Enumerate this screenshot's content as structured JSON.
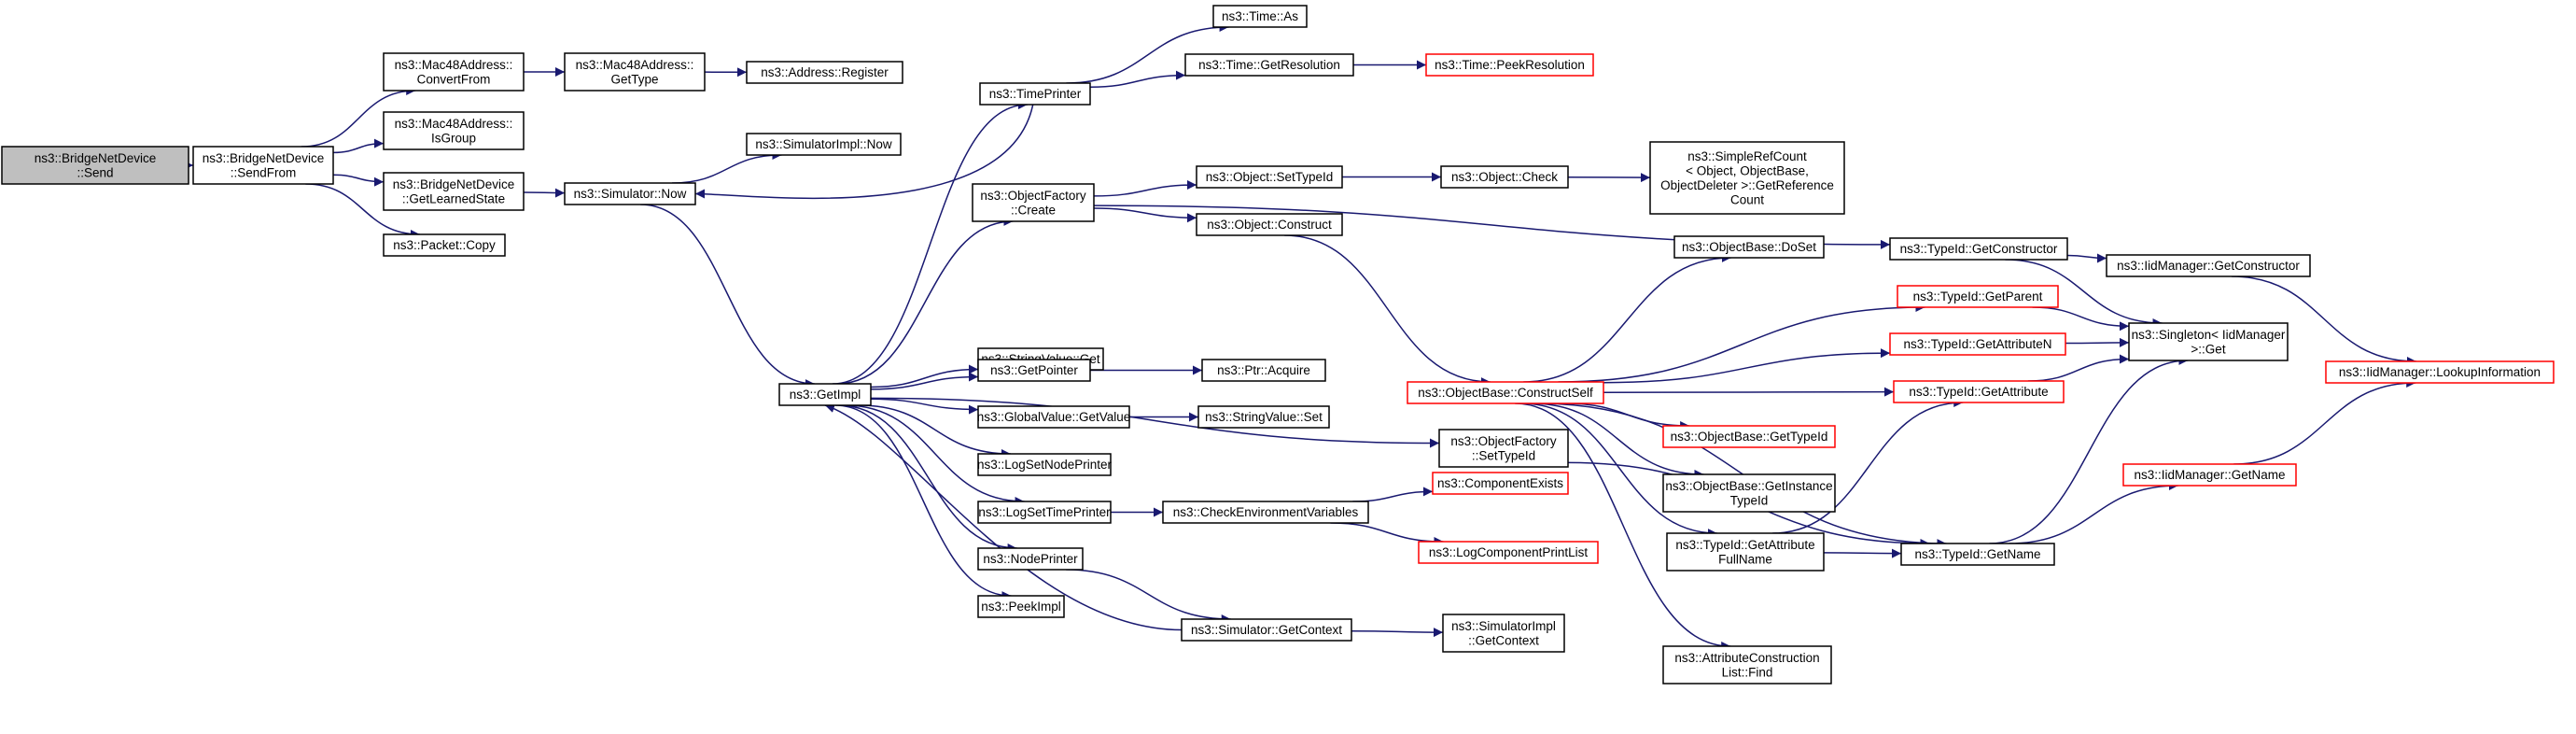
{
  "colors": {
    "edge": "#191970",
    "normal_border": "#000000",
    "truncated_border": "#ff0000",
    "root_fill": "#bfbfbf",
    "fill": "#ffffff"
  },
  "nodes": [
    {
      "id": "send",
      "lines": [
        "ns3::BridgeNetDevice",
        "::Send"
      ],
      "style": "root"
    },
    {
      "id": "sendfrom",
      "lines": [
        "ns3::BridgeNetDevice",
        "::SendFrom"
      ],
      "style": "normal"
    },
    {
      "id": "convertfrom",
      "lines": [
        "ns3::Mac48Address::",
        "ConvertFrom"
      ],
      "style": "normal"
    },
    {
      "id": "isgroup",
      "lines": [
        "ns3::Mac48Address::",
        "IsGroup"
      ],
      "style": "normal"
    },
    {
      "id": "getlearnedstate",
      "lines": [
        "ns3::BridgeNetDevice",
        "::GetLearnedState"
      ],
      "style": "normal"
    },
    {
      "id": "packetcopy",
      "lines": [
        "ns3::Packet::Copy"
      ],
      "style": "normal"
    },
    {
      "id": "mac48gettype",
      "lines": [
        "ns3::Mac48Address::",
        "GetType"
      ],
      "style": "normal"
    },
    {
      "id": "addrregister",
      "lines": [
        "ns3::Address::Register"
      ],
      "style": "normal"
    },
    {
      "id": "simnow",
      "lines": [
        "ns3::Simulator::Now"
      ],
      "style": "normal"
    },
    {
      "id": "simimplnow",
      "lines": [
        "ns3::SimulatorImpl::Now"
      ],
      "style": "normal"
    },
    {
      "id": "timeprinter",
      "lines": [
        "ns3::TimePrinter"
      ],
      "style": "normal"
    },
    {
      "id": "timeas",
      "lines": [
        "ns3::Time::As"
      ],
      "style": "normal"
    },
    {
      "id": "getresolution",
      "lines": [
        "ns3::Time::GetResolution"
      ],
      "style": "normal"
    },
    {
      "id": "peekresolution",
      "lines": [
        "ns3::Time::PeekResolution"
      ],
      "style": "truncated"
    },
    {
      "id": "objfactorycreate",
      "lines": [
        "ns3::ObjectFactory",
        "::Create"
      ],
      "style": "normal"
    },
    {
      "id": "objsettypeid",
      "lines": [
        "ns3::Object::SetTypeId"
      ],
      "style": "normal"
    },
    {
      "id": "objcheck",
      "lines": [
        "ns3::Object::Check"
      ],
      "style": "normal"
    },
    {
      "id": "simplerefcount",
      "lines": [
        "ns3::SimpleRefCount",
        "< Object, ObjectBase,",
        "ObjectDeleter >::GetReference",
        "Count"
      ],
      "style": "normal"
    },
    {
      "id": "objconstruct",
      "lines": [
        "ns3::Object::Construct"
      ],
      "style": "normal"
    },
    {
      "id": "getimpl",
      "lines": [
        "ns3::GetImpl"
      ],
      "style": "normal"
    },
    {
      "id": "stringvalueget",
      "lines": [
        "ns3::StringValue::Get"
      ],
      "style": "normal"
    },
    {
      "id": "getpointer",
      "lines": [
        "ns3::GetPointer"
      ],
      "style": "normal"
    },
    {
      "id": "ptracquire",
      "lines": [
        "ns3::Ptr::Acquire"
      ],
      "style": "normal"
    },
    {
      "id": "globalvaluegetvalue",
      "lines": [
        "ns3::GlobalValue::GetValue"
      ],
      "style": "normal"
    },
    {
      "id": "stringvalueset",
      "lines": [
        "ns3::StringValue::Set"
      ],
      "style": "normal"
    },
    {
      "id": "logsetnodeprinter",
      "lines": [
        "ns3::LogSetNodePrinter"
      ],
      "style": "normal"
    },
    {
      "id": "logsettimeprinter",
      "lines": [
        "ns3::LogSetTimePrinter"
      ],
      "style": "normal"
    },
    {
      "id": "checkenv",
      "lines": [
        "ns3::CheckEnvironmentVariables"
      ],
      "style": "normal"
    },
    {
      "id": "componentexists",
      "lines": [
        "ns3::ComponentExists"
      ],
      "style": "truncated"
    },
    {
      "id": "logcomponentprintlist",
      "lines": [
        "ns3::LogComponentPrintList"
      ],
      "style": "truncated"
    },
    {
      "id": "nodeprinter",
      "lines": [
        "ns3::NodePrinter"
      ],
      "style": "normal"
    },
    {
      "id": "peekimpl",
      "lines": [
        "ns3::PeekImpl"
      ],
      "style": "normal"
    },
    {
      "id": "simgetcontext",
      "lines": [
        "ns3::Simulator::GetContext"
      ],
      "style": "normal"
    },
    {
      "id": "simimplgetcontext",
      "lines": [
        "ns3::SimulatorImpl",
        "::GetContext"
      ],
      "style": "normal"
    },
    {
      "id": "objbasedoset",
      "lines": [
        "ns3::ObjectBase::DoSet"
      ],
      "style": "normal"
    },
    {
      "id": "constructself",
      "lines": [
        "ns3::ObjectBase::ConstructSelf"
      ],
      "style": "truncated"
    },
    {
      "id": "objfactorysettypeid",
      "lines": [
        "ns3::ObjectFactory",
        "::SetTypeId"
      ],
      "style": "normal"
    },
    {
      "id": "objbasegettypeid",
      "lines": [
        "ns3::ObjectBase::GetTypeId"
      ],
      "style": "truncated"
    },
    {
      "id": "objbasegetinstancetypeid",
      "lines": [
        "ns3::ObjectBase::GetInstance",
        "TypeId"
      ],
      "style": "normal"
    },
    {
      "id": "getattributefullname",
      "lines": [
        "ns3::TypeId::GetAttribute",
        "FullName"
      ],
      "style": "normal"
    },
    {
      "id": "attrconstructionfind",
      "lines": [
        "ns3::AttributeConstruction",
        "List::Find"
      ],
      "style": "normal"
    },
    {
      "id": "typeidgetconstructor",
      "lines": [
        "ns3::TypeId::GetConstructor"
      ],
      "style": "normal"
    },
    {
      "id": "typeidgetparent",
      "lines": [
        "ns3::TypeId::GetParent"
      ],
      "style": "truncated"
    },
    {
      "id": "typeidgetattributen",
      "lines": [
        "ns3::TypeId::GetAttributeN"
      ],
      "style": "truncated"
    },
    {
      "id": "typeidgetattribute",
      "lines": [
        "ns3::TypeId::GetAttribute"
      ],
      "style": "truncated"
    },
    {
      "id": "typeidgetname",
      "lines": [
        "ns3::TypeId::GetName"
      ],
      "style": "normal"
    },
    {
      "id": "iidmanagergetconstructor",
      "lines": [
        "ns3::IidManager::GetConstructor"
      ],
      "style": "normal"
    },
    {
      "id": "singletonget",
      "lines": [
        "ns3::Singleton< IidManager",
        ">::Get"
      ],
      "style": "normal"
    },
    {
      "id": "iidmanagergetname",
      "lines": [
        "ns3::IidManager::GetName"
      ],
      "style": "truncated"
    },
    {
      "id": "lookupinformation",
      "lines": [
        "ns3::IidManager::LookupInformation"
      ],
      "style": "truncated"
    }
  ],
  "edges": [
    [
      "send",
      "sendfrom"
    ],
    [
      "sendfrom",
      "convertfrom"
    ],
    [
      "sendfrom",
      "isgroup"
    ],
    [
      "sendfrom",
      "getlearnedstate"
    ],
    [
      "sendfrom",
      "packetcopy"
    ],
    [
      "convertfrom",
      "mac48gettype"
    ],
    [
      "mac48gettype",
      "addrregister"
    ],
    [
      "getlearnedstate",
      "simnow"
    ],
    [
      "simnow",
      "simimplnow"
    ],
    [
      "simnow",
      "getimpl"
    ],
    [
      "timeprinter",
      "simnow"
    ],
    [
      "timeprinter",
      "timeas"
    ],
    [
      "timeprinter",
      "getresolution"
    ],
    [
      "getresolution",
      "peekresolution"
    ],
    [
      "getimpl",
      "timeprinter"
    ],
    [
      "getimpl",
      "objfactorycreate"
    ],
    [
      "getimpl",
      "stringvalueget"
    ],
    [
      "getimpl",
      "getpointer"
    ],
    [
      "getimpl",
      "globalvaluegetvalue"
    ],
    [
      "getimpl",
      "logsetnodeprinter"
    ],
    [
      "getimpl",
      "logsettimeprinter"
    ],
    [
      "getimpl",
      "nodeprinter"
    ],
    [
      "getimpl",
      "peekimpl"
    ],
    [
      "getimpl",
      "objfactorysettypeid"
    ],
    [
      "simgetcontext",
      "getimpl"
    ],
    [
      "objfactorycreate",
      "objsettypeid"
    ],
    [
      "objfactorycreate",
      "objconstruct"
    ],
    [
      "objfactorycreate",
      "typeidgetconstructor"
    ],
    [
      "objsettypeid",
      "objcheck"
    ],
    [
      "objcheck",
      "simplerefcount"
    ],
    [
      "objconstruct",
      "constructself"
    ],
    [
      "getpointer",
      "ptracquire"
    ],
    [
      "globalvaluegetvalue",
      "stringvalueset"
    ],
    [
      "logsettimeprinter",
      "checkenv"
    ],
    [
      "checkenv",
      "componentexists"
    ],
    [
      "checkenv",
      "logcomponentprintlist"
    ],
    [
      "nodeprinter",
      "simgetcontext"
    ],
    [
      "simgetcontext",
      "simimplgetcontext"
    ],
    [
      "constructself",
      "objbasedoset"
    ],
    [
      "constructself",
      "typeidgetparent"
    ],
    [
      "constructself",
      "typeidgetattributen"
    ],
    [
      "constructself",
      "typeidgetattribute"
    ],
    [
      "constructself",
      "objbasegettypeid"
    ],
    [
      "constructself",
      "objbasegetinstancetypeid"
    ],
    [
      "constructself",
      "getattributefullname"
    ],
    [
      "constructself",
      "attrconstructionfind"
    ],
    [
      "constructself",
      "typeidgetname"
    ],
    [
      "objfactorysettypeid",
      "typeidgetname"
    ],
    [
      "getattributefullname",
      "typeidgetattribute"
    ],
    [
      "getattributefullname",
      "typeidgetname"
    ],
    [
      "typeidgetconstructor",
      "iidmanagergetconstructor"
    ],
    [
      "typeidgetconstructor",
      "singletonget"
    ],
    [
      "typeidgetparent",
      "singletonget"
    ],
    [
      "typeidgetattributen",
      "singletonget"
    ],
    [
      "typeidgetattribute",
      "singletonget"
    ],
    [
      "typeidgetname",
      "singletonget"
    ],
    [
      "typeidgetname",
      "iidmanagergetname"
    ],
    [
      "iidmanagergetconstructor",
      "lookupinformation"
    ],
    [
      "iidmanagergetname",
      "lookupinformation"
    ]
  ]
}
